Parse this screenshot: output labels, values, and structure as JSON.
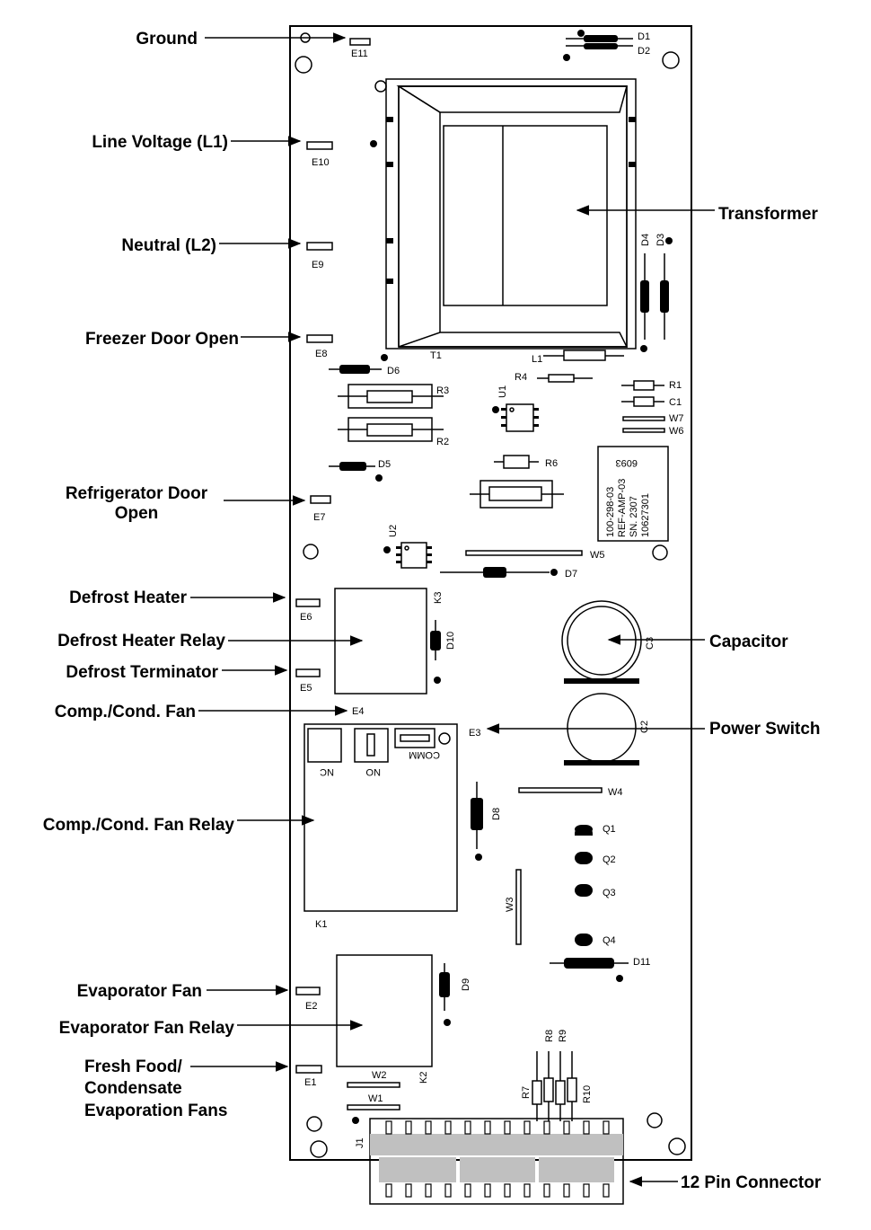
{
  "callouts": {
    "ground": "Ground",
    "line_voltage": "Line Voltage (L1)",
    "neutral": "Neutral (L2)",
    "freezer_door": "Freezer Door Open",
    "fridge_door_1": "Refrigerator Door",
    "fridge_door_2": "Open",
    "defrost_heater": "Defrost Heater",
    "defrost_heater_relay": "Defrost Heater Relay",
    "defrost_terminator": "Defrost Terminator",
    "comp_fan": "Comp./Cond. Fan",
    "comp_fan_relay": "Comp./Cond. Fan Relay",
    "evap_fan": "Evaporator Fan",
    "evap_fan_relay": "Evaporator Fan Relay",
    "fresh_food_1": "Fresh Food/",
    "fresh_food_2": "Condensate",
    "fresh_food_3": "Evaporation Fans",
    "transformer": "Transformer",
    "capacitor": "Capacitor",
    "power_switch": "Power Switch",
    "connector": "12 Pin Connector"
  },
  "refs": {
    "e11": "E11",
    "e10": "E10",
    "e9": "E9",
    "e8": "E8",
    "e7": "E7",
    "e6": "E6",
    "e5": "E5",
    "e4": "E4",
    "e3": "E3",
    "e2": "E2",
    "e1": "E1",
    "d1": "D1",
    "d2": "D2",
    "d3": "D3",
    "d4": "D4",
    "d5": "D5",
    "d6": "D6",
    "d7": "D7",
    "d8": "D8",
    "d9": "D9",
    "d10": "D10",
    "d11": "D11",
    "t1": "T1",
    "l1": "L1",
    "r1": "R1",
    "r2": "R2",
    "r3": "R3",
    "r4": "R4",
    "r6": "R6",
    "r7": "R7",
    "r8": "R8",
    "r9": "R9",
    "r10": "R10",
    "c1": "C1",
    "c2": "C2",
    "c3": "C3",
    "u1": "U1",
    "u2": "U2",
    "w1": "W1",
    "w2": "W2",
    "w3": "W3",
    "w4": "W4",
    "w5": "W5",
    "w6": "W6",
    "w7": "W7",
    "k1": "K1",
    "k2": "K2",
    "k3": "K3",
    "j1": "J1",
    "q1": "Q1",
    "q2": "Q2",
    "q3": "Q3",
    "q4": "Q4",
    "nc": "NC",
    "no": "NO",
    "comm": "COMM"
  },
  "stamp": {
    "line1": "6093",
    "line2": "100-298-03",
    "line3": "REF-AMP-03",
    "line4": "SN. 2307",
    "line5": "10627301"
  }
}
